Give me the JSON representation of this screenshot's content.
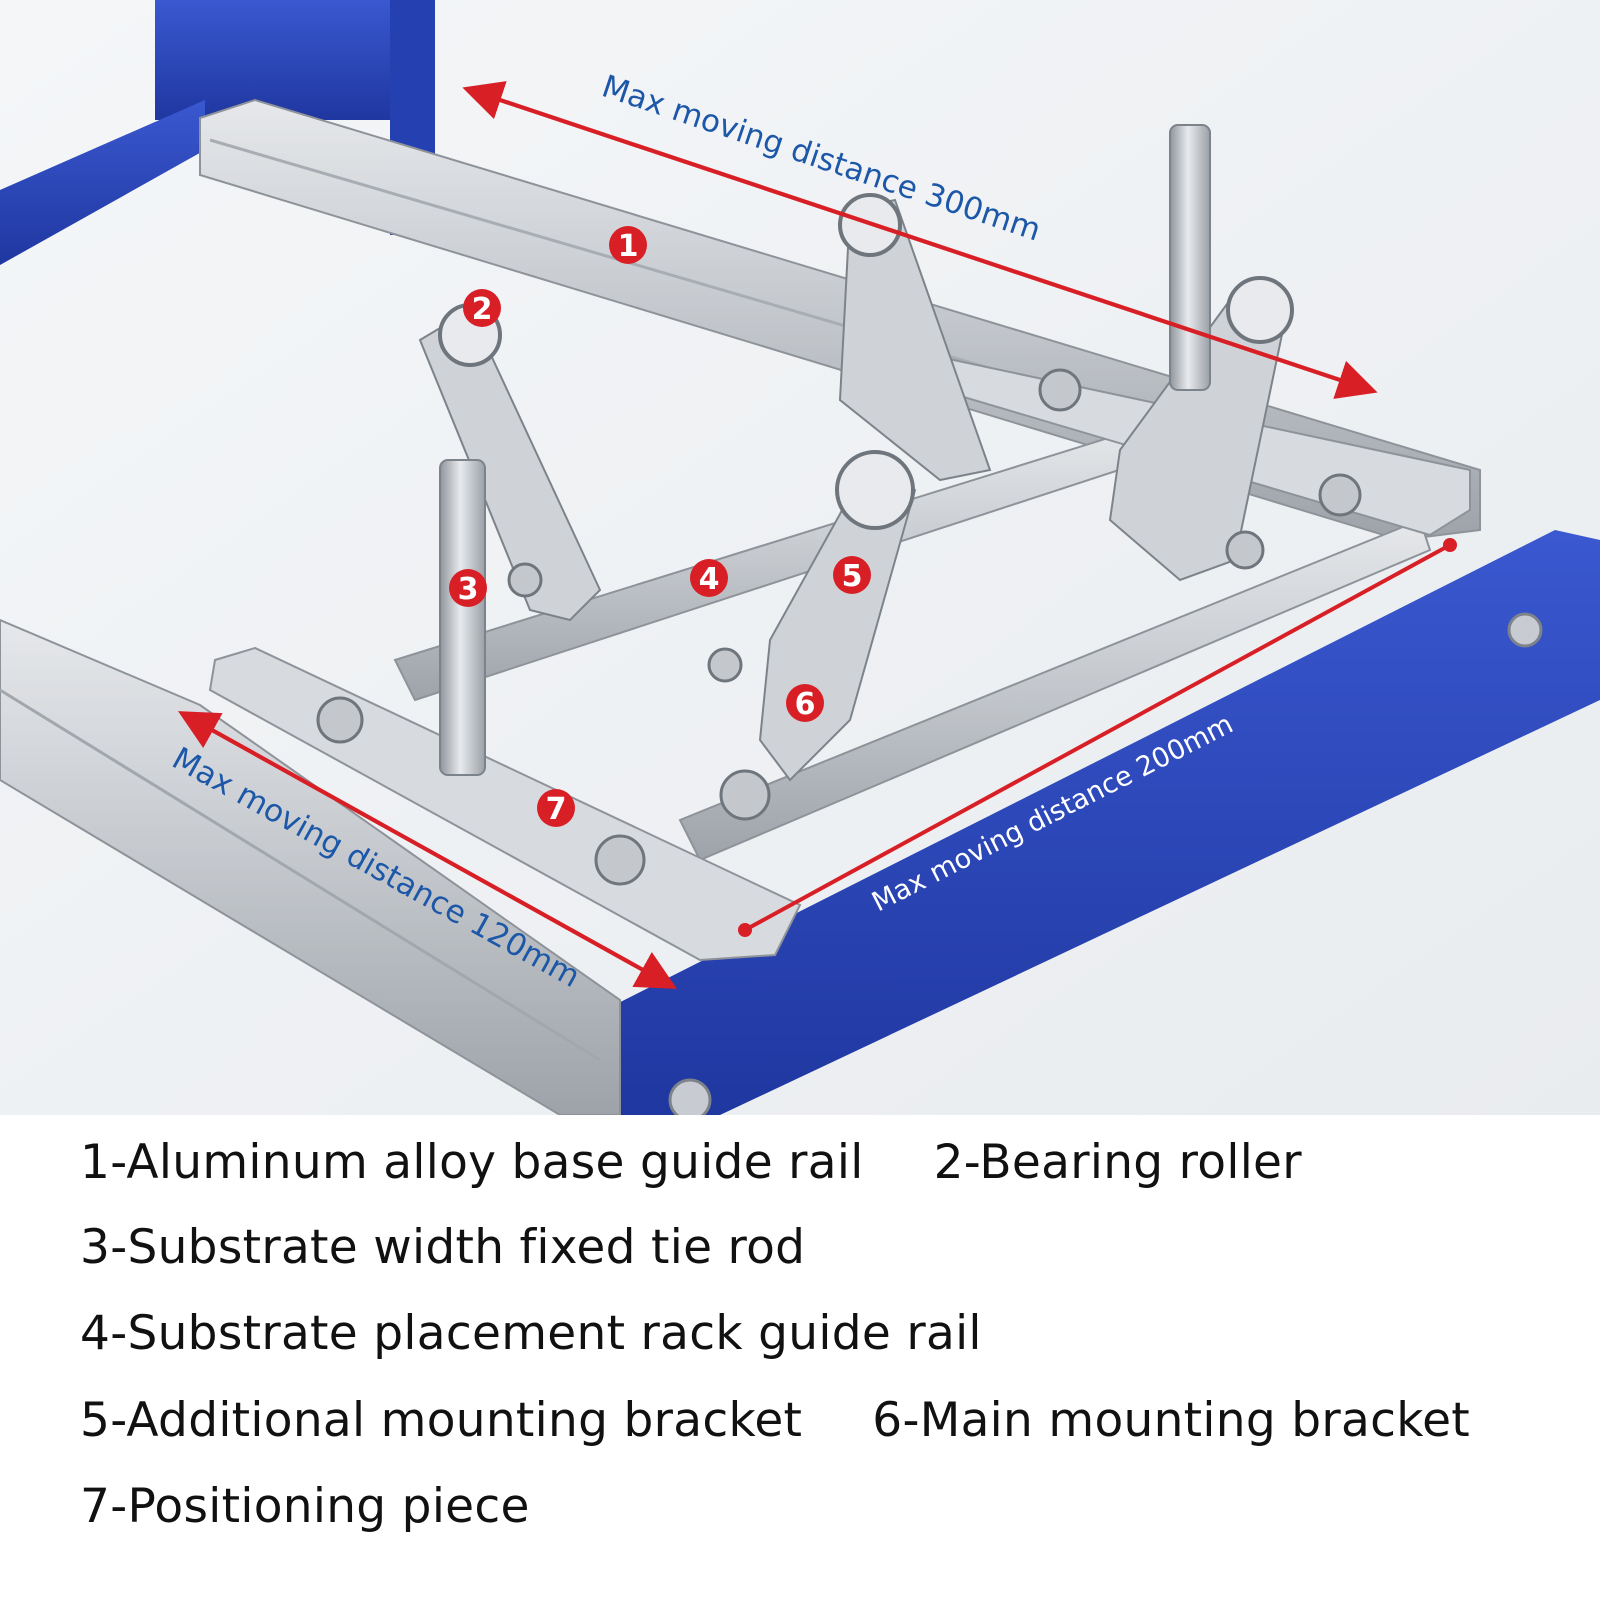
{
  "colors": {
    "callout": "#d91f26",
    "arrow": "#d91f26",
    "label_text": "#1c57a8",
    "frame_blue": "#2c48b8",
    "aluminum": "#c9ccd0",
    "steel": "#b7bcc2"
  },
  "callouts": [
    "1",
    "2",
    "3",
    "4",
    "5",
    "6",
    "7"
  ],
  "measurements": {
    "top": "Max moving distance 300mm",
    "right": "Max moving distance 200mm",
    "left": "Max moving distance 120mm"
  },
  "legend": [
    "1-Aluminum alloy base guide rail",
    "2-Bearing roller",
    "3-Substrate width fixed tie rod",
    "4-Substrate placement rack guide rail",
    "5-Additional mounting bracket",
    "6-Main mounting bracket",
    "7-Positioning piece"
  ]
}
